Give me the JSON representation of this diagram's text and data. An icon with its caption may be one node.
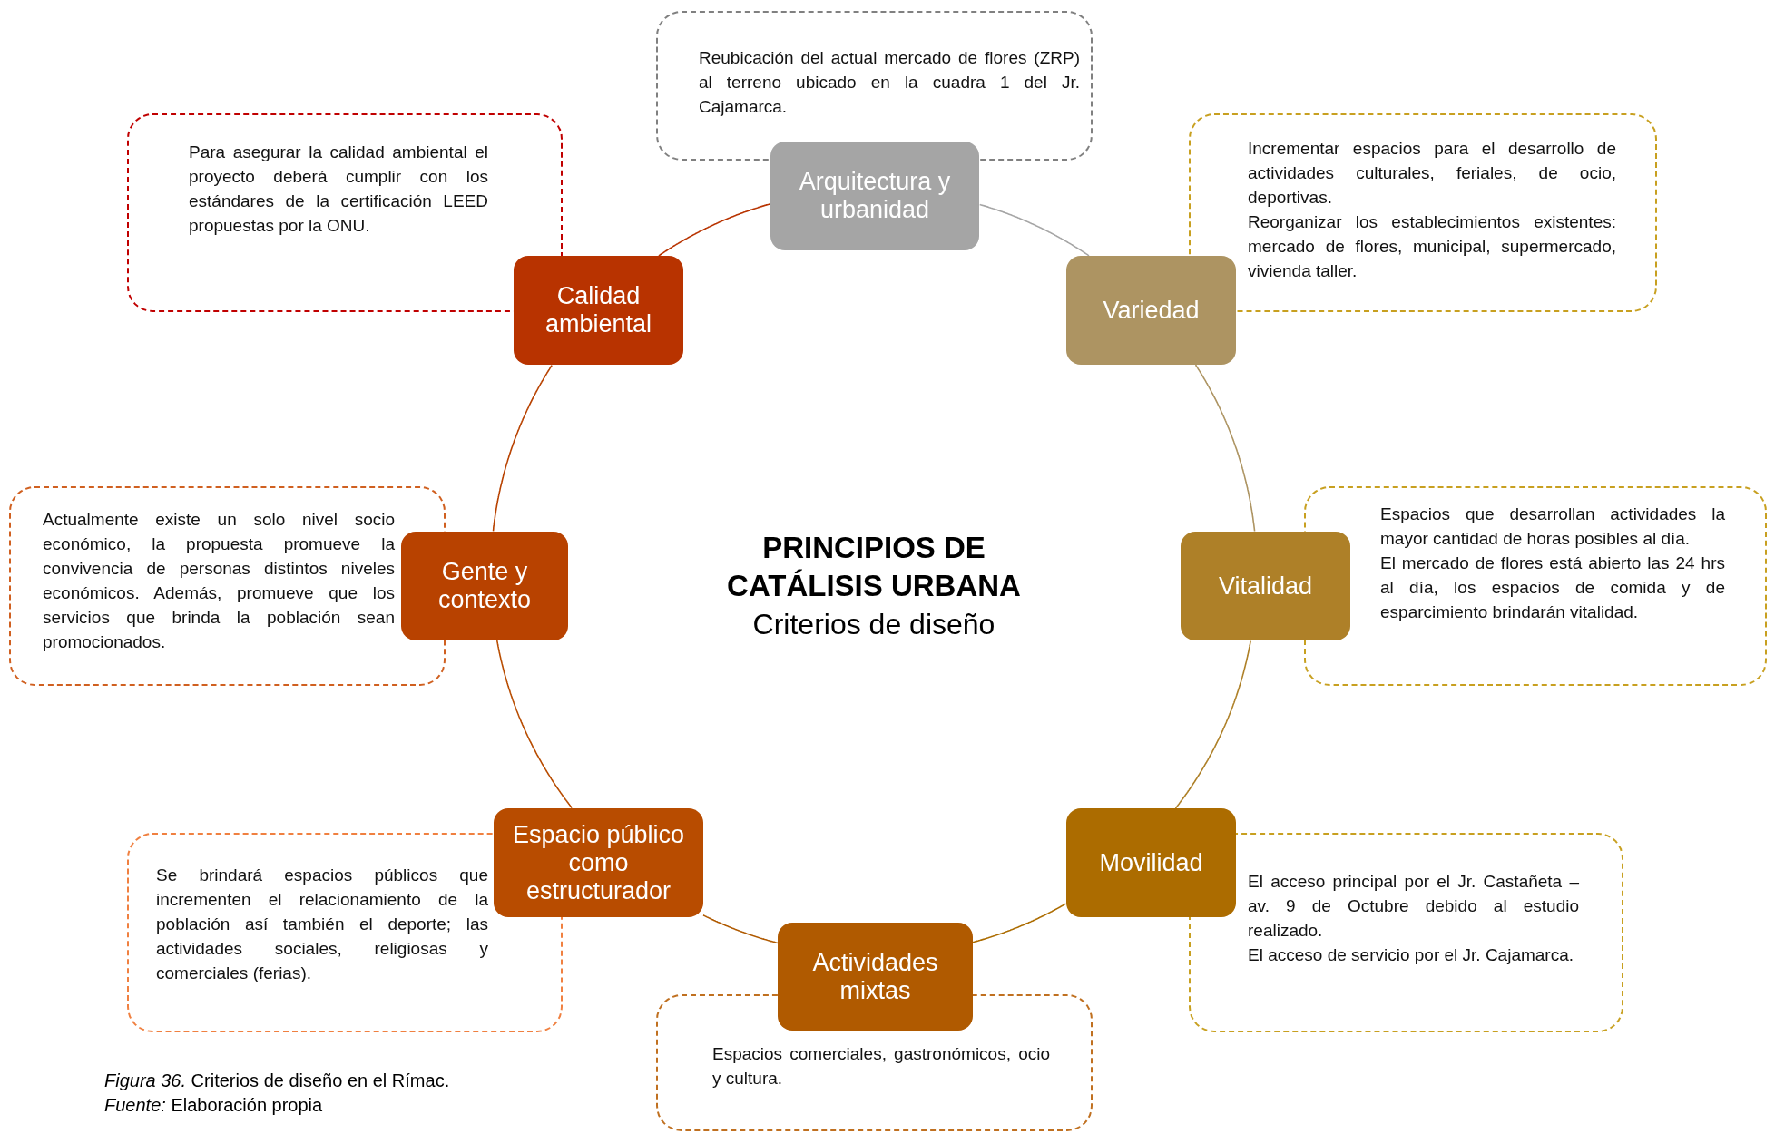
{
  "diagram": {
    "title": "PRINCIPIOS DE CATÁLISIS URBANA",
    "caption": "*Figura 36.* Criterios de diseño en el Rímac.",
    "nodes": [
      {
        "text": [
          "Reubicación del actual mercado de flores (ZRP) al terreno ubicado en la cuadra 1 del Jr. Cajamarca."
        ]
      },
      {
        "text": [
          "Para asegurar la calidad ambiental el proyecto deberá cumplir con los estándares de la certificación LEED propuestas por la ONU."
        ]
      },
      {
        "text": [
          "Arquitectura y urbanidad"
        ]
      },
      {
        "text": [
          "Incrementar espacios para el desarrollo de actividades culturales, feriales, de ocio, deportivas.",
          "Reorganizar los establecimientos existentes: mercado de flores, municipal, supermercado, vivienda taller."
        ]
      },
      {
        "text": [
          "Calidad ambiental"
        ]
      },
      {
        "text": [
          "Variedad"
        ]
      },
      {
        "text": [
          "Actualmente existe un solo nivel socio económico, la propuesta promueve la convivencia de personas distintos niveles económicos. Además, promueve que los servicios que brinda la población sean promocionados."
        ]
      },
      {
        "text": [
          "Espacios que desarrollan actividades la mayor cantidad de horas posibles al día.",
          "El mercado de flores está abierto las 24 hrs al día, los espacios de comida y de esparcimiento brindarán vitalidad."
        ]
      },
      {
        "text": [
          "Gente y contexto"
        ]
      },
      {
        "text": [
          "Vitalidad"
        ]
      },
      {
        "text": [
          "Se brindará espacios públicos que incrementen el relacionamiento de la población así también el deporte; las actividades sociales, religiosas y comerciales (ferias)."
        ]
      },
      {
        "text": [
          "Espacio público como estructurador"
        ]
      },
      {
        "text": [
          "Movilidad"
        ]
      },
      {
        "text": [
          "El acceso principal por el Jr. Castañeta – av. 9 de Octubre debido al estudio realizado.",
          "El acceso de servicio por el Jr. Cajamarca."
        ]
      },
      {
        "text": [
          "Actividades mixtas"
        ]
      },
      {
        "text": [
          "Espacios comerciales, gastronómicos, ocio y cultura."
        ]
      }
    ],
    "edges": [
      {
        "from": 2,
        "to": 5,
        "arrow": "none",
        "color": "#a5a5a5"
      },
      {
        "from": 5,
        "to": 9,
        "arrow": "none",
        "color": "#ad9462"
      },
      {
        "from": 9,
        "to": 12,
        "arrow": "none",
        "color": "#ae8028"
      },
      {
        "from": 12,
        "to": 14,
        "arrow": "none",
        "color": "#ac6c00"
      },
      {
        "from": 14,
        "to": 11,
        "arrow": "none",
        "color": "#b05a00"
      },
      {
        "from": 11,
        "to": 8,
        "arrow": "none",
        "color": "#b84c00"
      },
      {
        "from": 8,
        "to": 4,
        "arrow": "none",
        "color": "#b84200"
      },
      {
        "from": 4,
        "to": 2,
        "arrow": "none",
        "color": "#b83300"
      }
    ],
    "labels": [
      "Criterios de diseño",
      "*Fuente:* Elaboración propia"
    ]
  }
}
